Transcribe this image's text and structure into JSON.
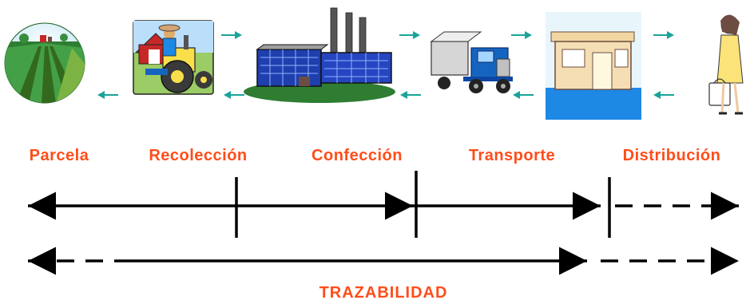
{
  "stages": [
    {
      "label": "Parcela",
      "icon": "field-clipart-icon"
    },
    {
      "label": "Recolección",
      "icon": "farmer-tractor-icon"
    },
    {
      "label": "Confección",
      "icon": "factory-icon"
    },
    {
      "label": "Transporte",
      "icon": "truck-icon"
    },
    {
      "label": "Distribución",
      "icon": "store-icon"
    }
  ],
  "consumer_icon": "shopper-woman-icon",
  "title": "TRAZABILIDAD",
  "colors": {
    "label": "#ff4d1a",
    "flow_arrow": "#1aa39a",
    "line": "#000000"
  }
}
